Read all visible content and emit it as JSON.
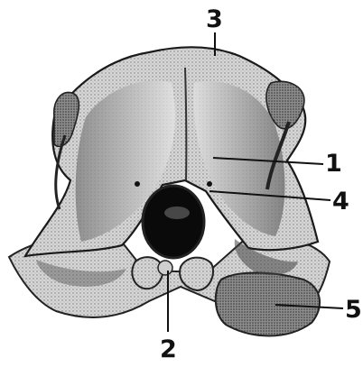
{
  "figure": {
    "labels": [
      {
        "id": "label-1",
        "text": "1"
      },
      {
        "id": "label-2",
        "text": "2"
      },
      {
        "id": "label-3",
        "text": "3"
      },
      {
        "id": "label-4",
        "text": "4"
      },
      {
        "id": "label-5",
        "text": "5"
      }
    ],
    "colors": {
      "ink": "#111111",
      "bone_light": "#dcdcdc",
      "bone_mid": "#a8a8a8",
      "bone_dark": "#5a5a5a",
      "foramen": "#0a0a0a"
    }
  }
}
